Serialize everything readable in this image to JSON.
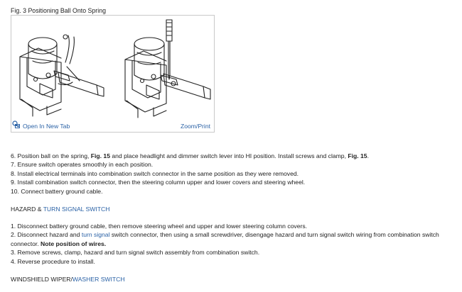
{
  "figure": {
    "caption": "Fig. 3 Positioning Ball Onto Spring",
    "open_label": "Open In New Tab",
    "zoom_label": "Zoom/Print"
  },
  "steps_a": [
    {
      "pre": "6.  Position ball on the spring, ",
      "b1": "Fig. 15",
      "mid": " and place headlight and dimmer switch lever into HI position. Install screws and clamp, ",
      "b2": "Fig. 15",
      "post": "."
    },
    {
      "text": "7.  Ensure switch operates smoothly in each position."
    },
    {
      "text": "8.  Install electrical terminals into combination switch connector in the same position as they were removed."
    },
    {
      "text": "9.  Install combination switch connector, then the steering column upper and lower covers and steering wheel."
    },
    {
      "text": "10.  Connect battery ground cable."
    }
  ],
  "section_hazard": {
    "prefix": "HAZARD & ",
    "link": "TURN SIGNAL SWITCH"
  },
  "steps_b": {
    "s1": "1.  Disconnect battery ground cable, then remove steering wheel and upper and lower steering column covers.",
    "s2_pre": "2.  Disconnect hazard and ",
    "s2_link": "turn signal",
    "s2_post": " switch connector, then using a small screwdriver, disengage hazard and turn signal switch wiring from combination switch connector. ",
    "s2_bold": "Note position of wires.",
    "s3": "3.  Remove screws, clamp, hazard and turn signal switch assembly from combination switch.",
    "s4": "4.  Reverse procedure to install."
  },
  "section_wiper": {
    "prefix": "WINDSHIELD WIPER/",
    "link": "WASHER SWITCH"
  },
  "colors": {
    "link": "#2b62a6",
    "text": "#222222",
    "border": "#c9c9c9"
  }
}
